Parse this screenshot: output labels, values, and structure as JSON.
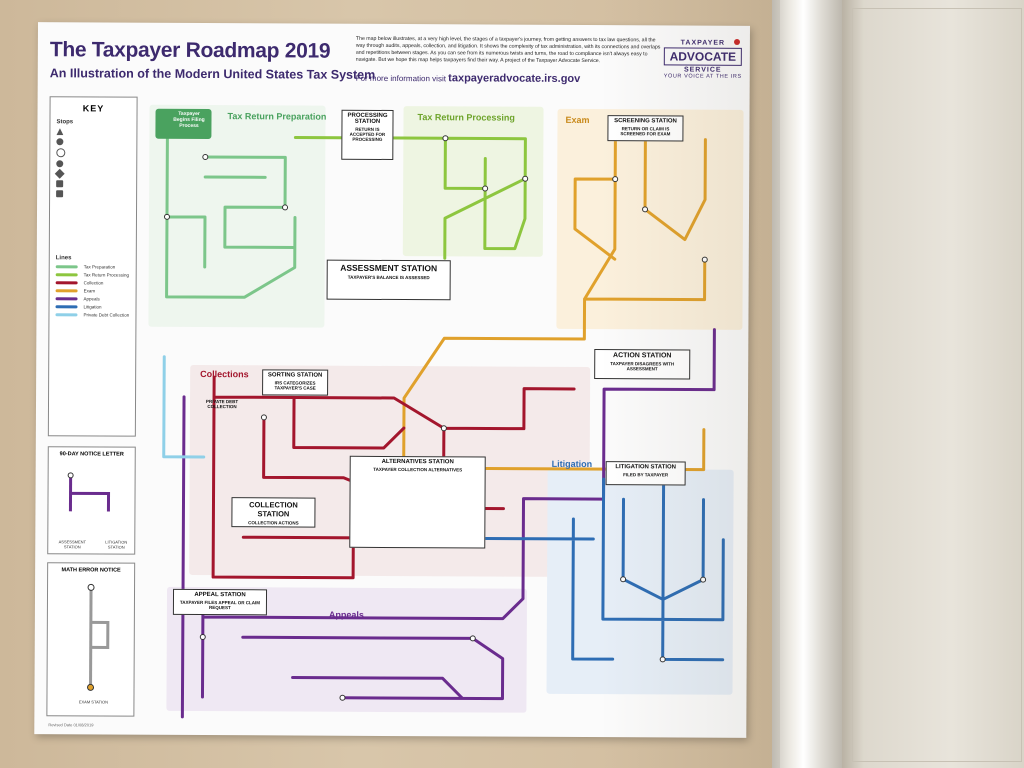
{
  "poster": {
    "title": "The Taxpayer Roadmap 2019",
    "subtitle": "An Illustration of the Modern United States Tax System",
    "intro": "The map below illustrates, at a very high level, the stages of a taxpayer's journey, from getting answers to tax law questions, all the way through audits, appeals, collection, and litigation. It shows the complexity of tax administration, with its connections and overlaps and repetitions between stages. As you can see from its numerous twists and turns, the road to compliance isn't always easy to navigate. But we hope this map helps taxpayers find their way. A project of the Taxpayer Advocate Service.",
    "more_label": "For more information visit",
    "more_url": "taxpayeradvocate.irs.gov",
    "logo_line1": "TAXPAYER",
    "logo_line2": "ADVOCATE",
    "logo_line3": "SERVICE",
    "logo_tagline": "YOUR VOICE AT THE IRS"
  },
  "key": {
    "title": "KEY",
    "stops_label": "Stops",
    "lines_label": "Lines",
    "lines": [
      {
        "label": "Tax Preparation",
        "color": "#7cc68a"
      },
      {
        "label": "Tax Return Processing",
        "color": "#8dc63f"
      },
      {
        "label": "Collection",
        "color": "#a3162d"
      },
      {
        "label": "Exam",
        "color": "#e0a12c"
      },
      {
        "label": "Appeals",
        "color": "#6a2c8e"
      },
      {
        "label": "Litigation",
        "color": "#2e6db4"
      },
      {
        "label": "Private Debt Collection",
        "color": "#8fd0e8"
      }
    ]
  },
  "notice_box": {
    "title": "90-DAY NOTICE LETTER",
    "station_a": "ASSESSMENT STATION",
    "station_b": "LITIGATION STATION"
  },
  "math_box": {
    "title": "MATH ERROR NOTICE",
    "station": "EXAM STATION"
  },
  "regions": {
    "tax_prep": "Tax Return Preparation",
    "processing": "Tax Return Processing",
    "exam": "Exam",
    "collections": "Collections",
    "litigation": "Litigation",
    "appeals": "Appeals"
  },
  "stations": {
    "start": {
      "name": "Taxpayer Begins Filing Process"
    },
    "processing": {
      "name": "PROCESSING STATION",
      "sub": "RETURN IS ACCEPTED FOR PROCESSING"
    },
    "screening": {
      "name": "SCREENING STATION",
      "sub": "RETURN OR CLAIM IS SCREENED FOR EXAM"
    },
    "assessment": {
      "name": "ASSESSMENT STATION",
      "sub": "TAXPAYER'S BALANCE IS ASSESSED"
    },
    "action": {
      "name": "ACTION STATION",
      "sub": "TAXPAYER DISAGREES WITH ASSESSMENT"
    },
    "sorting": {
      "name": "SORTING STATION",
      "sub": "IRS CATEGORIZES TAXPAYER'S CASE"
    },
    "private_debt": {
      "name": "PRIVATE DEBT COLLECTION"
    },
    "alternatives": {
      "name": "ALTERNATIVES STATION",
      "sub": "TAXPAYER COLLECTION ALTERNATIVES"
    },
    "collection": {
      "name": "COLLECTION STATION",
      "sub": "COLLECTION ACTIONS"
    },
    "litigation": {
      "name": "LITIGATION STATION",
      "sub": "FILED BY TAXPAYER"
    },
    "appeal": {
      "name": "APPEAL STATION",
      "sub": "TAXPAYER FILES APPEAL OR CLAIM REQUEST"
    }
  },
  "footer": "Revised Date 01/08/2019"
}
